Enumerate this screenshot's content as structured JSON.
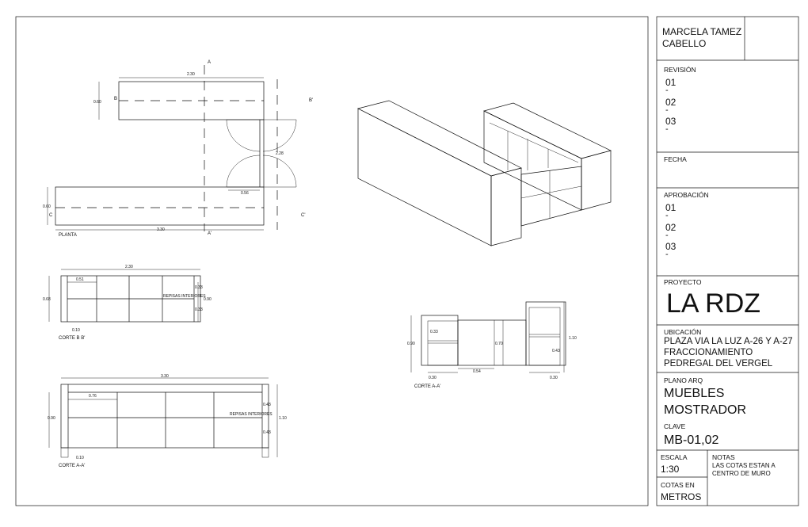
{
  "title_block": {
    "author": "MARCELA TAMEZ\nCABELLO",
    "revision_label": "REVISIÓN",
    "revisions": [
      {
        "number": "01",
        "dash": "-"
      },
      {
        "number": "02",
        "dash": "-"
      },
      {
        "number": "03",
        "dash": "-"
      }
    ],
    "date_label": "FECHA",
    "approval_label": "APROBACIÓN",
    "approvals": [
      {
        "number": "01",
        "dash": "-"
      },
      {
        "number": "02",
        "dash": "-"
      },
      {
        "number": "03",
        "dash": "-"
      }
    ],
    "project_label": "PROYECTO",
    "project_name": "LA RDZ",
    "location_label": "UBICACIÓN",
    "location_lines": [
      "PLAZA VIA LA LUZ A-26 Y A-27",
      "FRACCIONAMIENTO",
      "PEDREGAL DEL VERGEL"
    ],
    "plan_label": "PLANO ARQ",
    "plan_lines": [
      "MUEBLES",
      "MOSTRADOR"
    ],
    "key_label": "CLAVE",
    "key_value": "MB-01,02",
    "scale_label": "ESCALA",
    "scale_value": "1:30",
    "notes_label": "NOTAS",
    "notes_lines": [
      "LAS COTAS ESTAN A",
      "CENTRO DE MURO"
    ],
    "units_label": "COTAS EN",
    "units_value": "METROS"
  },
  "drawings": {
    "plan": {
      "caption": "PLANTA",
      "dims": [
        "2.30",
        "0.60",
        "2.28",
        "0.56",
        "0.60",
        "3.30"
      ],
      "section_marks": [
        "A",
        "A'",
        "B",
        "B'",
        "C",
        "C'"
      ]
    },
    "section_bb": {
      "caption": "CORTE B B'",
      "dims": [
        "2.30",
        "0.51",
        "0.33",
        "0.33",
        "0.68",
        "0.90",
        "0.10"
      ],
      "note": "REPISAS INTERIORES"
    },
    "section_aa": {
      "caption": "CORTE A-A'",
      "dims": [
        "3.30",
        "0.76",
        "0.43",
        "0.43",
        "0.90",
        "1.10",
        "0.10"
      ],
      "note": "REPISAS INTERIORES"
    },
    "section_aa_small": {
      "caption": "CORTE A-A'",
      "dims": [
        "0.33",
        "0.90",
        "0.70",
        "1.10",
        "0.43",
        "0.30",
        "0.54",
        "0.30"
      ]
    }
  }
}
